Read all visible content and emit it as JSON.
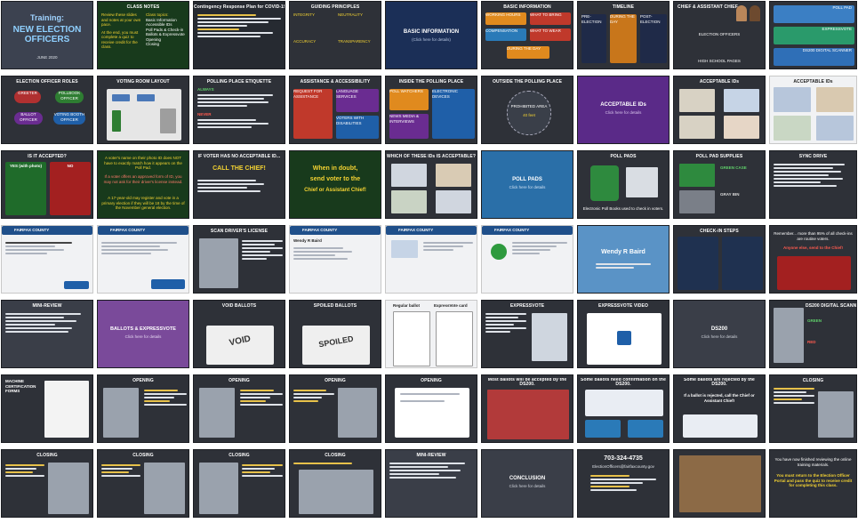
{
  "grid": {
    "columns": 9,
    "rows": 7
  },
  "slides": [
    {
      "title": "Training:",
      "title2": "NEW ELECTION OFFICERS",
      "sub": "JUNE 2020"
    },
    {
      "title": "CLASS NOTES",
      "bullets": [
        "Review these slides and notes at your own pace.",
        "At the end, you must complete a quiz to receive credit for the class."
      ],
      "topics_title": "Class topics:",
      "topics": [
        "Basic Information",
        "Accessible IDs",
        "Poll Pads & Check-in",
        "Ballots & Expressvote",
        "Opening",
        "Closing"
      ]
    },
    {
      "title": "Contingency Response Plan for COVID-19"
    },
    {
      "title": "GUIDING PRINCIPLES",
      "items": [
        "INTEGRITY",
        "NEUTRALITY",
        "ACCURACY",
        "TRANSPARENCY"
      ]
    },
    {
      "title": "BASIC INFORMATION",
      "sub": "(Click here for details)"
    },
    {
      "title": "BASIC INFORMATION",
      "items": [
        "WORKING HOURS",
        "WHAT TO BRING",
        "COMPENSATION",
        "WHAT TO WEAR",
        "DURING THE DAY"
      ]
    },
    {
      "title": "TIMELINE",
      "items": [
        "PRE-ELECTION",
        "DURING THE DAY",
        "POST-ELECTION"
      ]
    },
    {
      "title": "CHIEF & ASSISTANT CHIEF",
      "items": [
        "ELECTION OFFICERS",
        "HIGH SCHOOL PAGES"
      ]
    },
    {
      "title": "POLL PAD",
      "items": [
        "EXPRESSVOTE",
        "DS200 DIGITAL SCANNER"
      ]
    },
    {
      "title": "ELECTION OFFICER ROLES",
      "items": [
        "GREETER",
        "POLLBOOK OFFICER",
        "BALLOT OFFICER",
        "VOTING BOOTH OFFICER"
      ]
    },
    {
      "title": "VOTING ROOM LAYOUT"
    },
    {
      "title": "POLLING PLACE ETIQUETTE",
      "items": [
        "ALWAYS",
        "NEVER"
      ]
    },
    {
      "title": "ASSISTANCE & ACCESSIBILITY",
      "items": [
        "REQUEST FOR ASSISTANCE",
        "LANGUAGE SERVICES",
        "VOTERS WITH DISABILITIES"
      ]
    },
    {
      "title": "INSIDE THE POLLING PLACE",
      "items": [
        "POLL WATCHERS",
        "ELECTRONIC DEVICES",
        "NEWS MEDIA & INTERVIEWS"
      ]
    },
    {
      "title": "OUTSIDE THE POLLING PLACE",
      "items": [
        "PROHIBITED AREA",
        "40 feet"
      ]
    },
    {
      "title": "ACCEPTABLE IDs",
      "sub": "Click here for details"
    },
    {
      "title": "ACCEPTABLE IDs"
    },
    {
      "title": "ACCEPTABLE IDs"
    },
    {
      "title": "IS IT ACCEPTED?",
      "items": [
        "YES (with photo)",
        "NO"
      ]
    },
    {
      "title": "",
      "lines": [
        "A voter's name on their photo ID does NOT have to exactly match how it appears on the Poll Pad.",
        "If a voter offers an approved form of ID, you may not ask for their driver's license instead.",
        "A 17-year-old may register and vote in a primary election if they will be 18 by the time of the November general election."
      ]
    },
    {
      "title": "IF VOTER HAS NO ACCEPTABLE ID...",
      "callout": "CALL THE CHIEF!"
    },
    {
      "title": "",
      "lines": [
        "When in doubt,",
        "send voter to the",
        "Chief or Assistant Chief!"
      ]
    },
    {
      "title": "WHICH OF THESE IDs IS ACCEPTABLE?"
    },
    {
      "title": "POLL PADS",
      "sub": "Click here for details"
    },
    {
      "title": "POLL PADS",
      "caption": "Electronic Poll Books used to check in voters."
    },
    {
      "title": "POLL PAD SUPPLIES",
      "items": [
        "GREEN CASE",
        "GRAY BIN"
      ]
    },
    {
      "title": "SYNC DRIVE"
    },
    {
      "title": "FAIRFAX COUNTY"
    },
    {
      "title": "FAIRFAX COUNTY"
    },
    {
      "title": "SCAN DRIVER'S LICENSE"
    },
    {
      "title": "FAIRFAX COUNTY",
      "name": "Wendy R Baird"
    },
    {
      "title": "FAIRFAX COUNTY"
    },
    {
      "title": "FAIRFAX COUNTY"
    },
    {
      "title": "",
      "name": "Wendy R Baird"
    },
    {
      "title": "CHECK-IN STEPS"
    },
    {
      "title": "",
      "lines": [
        "Remember... more than 95% of all check-ins are routine voters.",
        "Anyone else, send to the Chief!"
      ]
    },
    {
      "title": "MINI-REVIEW"
    },
    {
      "title": "BALLOTS & EXPRESSVOTE",
      "sub": "Click here for details"
    },
    {
      "title": "VOID BALLOTS",
      "callout": "VOID"
    },
    {
      "title": "SPOILED BALLOTS",
      "callout": "SPOILED"
    },
    {
      "title": "",
      "items": [
        "Regular ballot",
        "ExpressVote card"
      ]
    },
    {
      "title": "EXPRESSVOTE"
    },
    {
      "title": "EXPRESSVOTE VIDEO"
    },
    {
      "title": "DS200",
      "sub": "Click here for details"
    },
    {
      "title": "DS200 DIGITAL SCANNER",
      "items": [
        "GREEN",
        "RED"
      ]
    },
    {
      "title": "MACHINE CERTIFICATION FORMS"
    },
    {
      "title": "OPENING"
    },
    {
      "title": "OPENING"
    },
    {
      "title": "OPENING"
    },
    {
      "title": "OPENING"
    },
    {
      "title": "Most ballots will be accepted by the DS200."
    },
    {
      "title": "Some ballots need confirmation on the DS200."
    },
    {
      "title": "Some ballots are rejected by the DS200.",
      "callout": "If a ballot is rejected, call the Chief or Assistant Chief!"
    },
    {
      "title": "CLOSING"
    },
    {
      "title": "CLOSING"
    },
    {
      "title": "CLOSING"
    },
    {
      "title": "CLOSING"
    },
    {
      "title": "CLOSING"
    },
    {
      "title": "MINI-REVIEW"
    },
    {
      "title": "CONCLUSION",
      "sub": "Click here for details"
    },
    {
      "title": "",
      "lines": [
        "703-324-4735",
        "ElectionOfficers@fairfaxcounty.gov"
      ]
    },
    {
      "title": "",
      "lines": [
        "You have now finished reviewing the online training materials.",
        "You must return to the Election Officer Portal and pass the quiz to receive credit for completing this class."
      ]
    }
  ]
}
